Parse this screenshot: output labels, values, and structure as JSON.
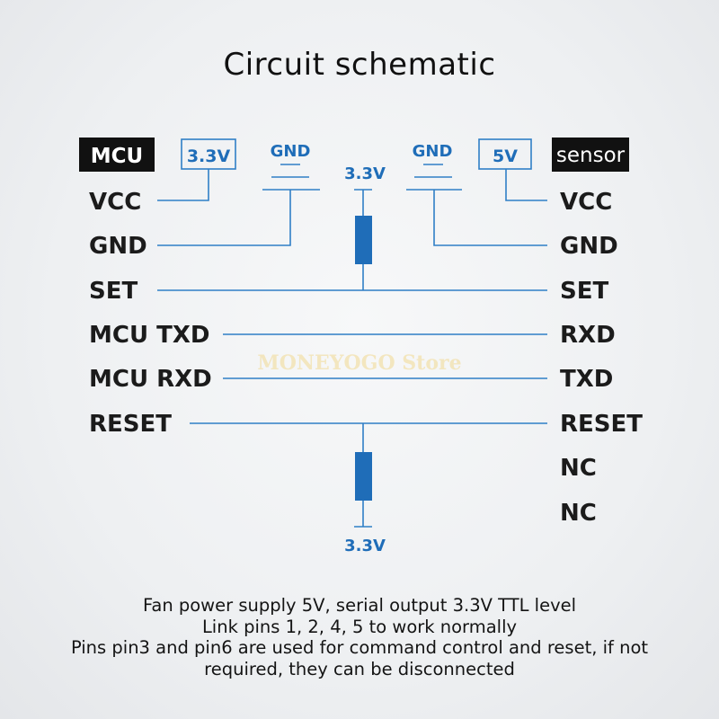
{
  "title": "Circuit schematic",
  "mcu_label": "MCU",
  "sensor_label": "sensor",
  "mcu_supply": "3.3V",
  "sensor_supply": "5V",
  "gnd_left": "GND",
  "gnd_right": "GND",
  "pullup_top": "3.3V",
  "pullup_bottom": "3.3V",
  "left_pins": [
    "VCC",
    "GND",
    "SET",
    "MCU TXD",
    "MCU RXD",
    "RESET"
  ],
  "right_pins": [
    "VCC",
    "GND",
    "SET",
    "RXD",
    "TXD",
    "RESET",
    "NC",
    "NC"
  ],
  "watermark": "MONEYOGO Store",
  "notes": [
    "Fan power supply 5V, serial output 3.3V TTL level",
    "Link pins 1, 2, 4, 5 to work normally",
    "Pins pin3 and pin6 are used for command control and reset, if not",
    "required, they can be disconnected"
  ],
  "colors": {
    "wire": "#2f7fc6",
    "label_bg": "#111111",
    "text": "#1b1b1b"
  }
}
